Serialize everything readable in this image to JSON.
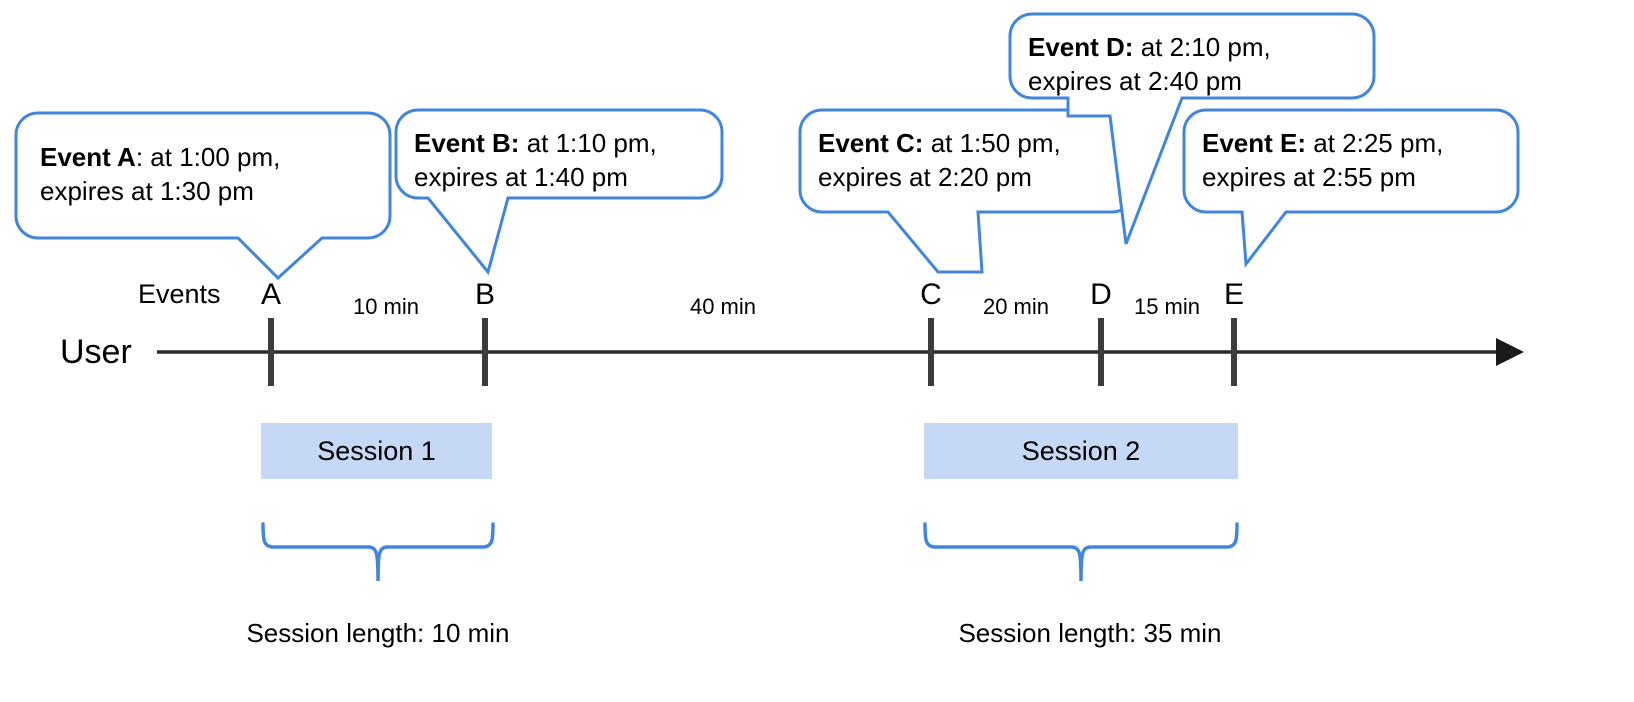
{
  "diagram": {
    "title_row": {
      "user_label": "User",
      "events_label": "Events"
    },
    "accent_color": "#4285da",
    "session_fill": "#c5d9f7",
    "axis_color": "#3c3c3c",
    "callouts": [
      {
        "id": "A",
        "bold": "Event A",
        "rest": ": at 1:00 pm,",
        "line2": "expires at 1:30 pm"
      },
      {
        "id": "B",
        "bold": "Event B:",
        "rest": " at 1:10 pm,",
        "line2": "expires at 1:40 pm"
      },
      {
        "id": "C",
        "bold": "Event C:",
        "rest": " at 1:50 pm,",
        "line2": "expires at 2:20 pm"
      },
      {
        "id": "D",
        "bold": "Event D:",
        "rest": " at 2:10 pm,",
        "line2": "expires at 2:40 pm"
      },
      {
        "id": "E",
        "bold": "Event E:",
        "rest": " at 2:25 pm,",
        "line2": "expires at 2:55 pm"
      }
    ],
    "ticks": [
      {
        "letter": "A"
      },
      {
        "letter": "B"
      },
      {
        "letter": "C"
      },
      {
        "letter": "D"
      },
      {
        "letter": "E"
      }
    ],
    "gaps": [
      {
        "label": "10 min"
      },
      {
        "label": "40 min"
      },
      {
        "label": "20 min"
      },
      {
        "label": "15 min"
      }
    ],
    "sessions": [
      {
        "name": "Session 1",
        "length_label": "Session length: 10 min"
      },
      {
        "name": "Session 2",
        "length_label": "Session length: 35 min"
      }
    ]
  }
}
